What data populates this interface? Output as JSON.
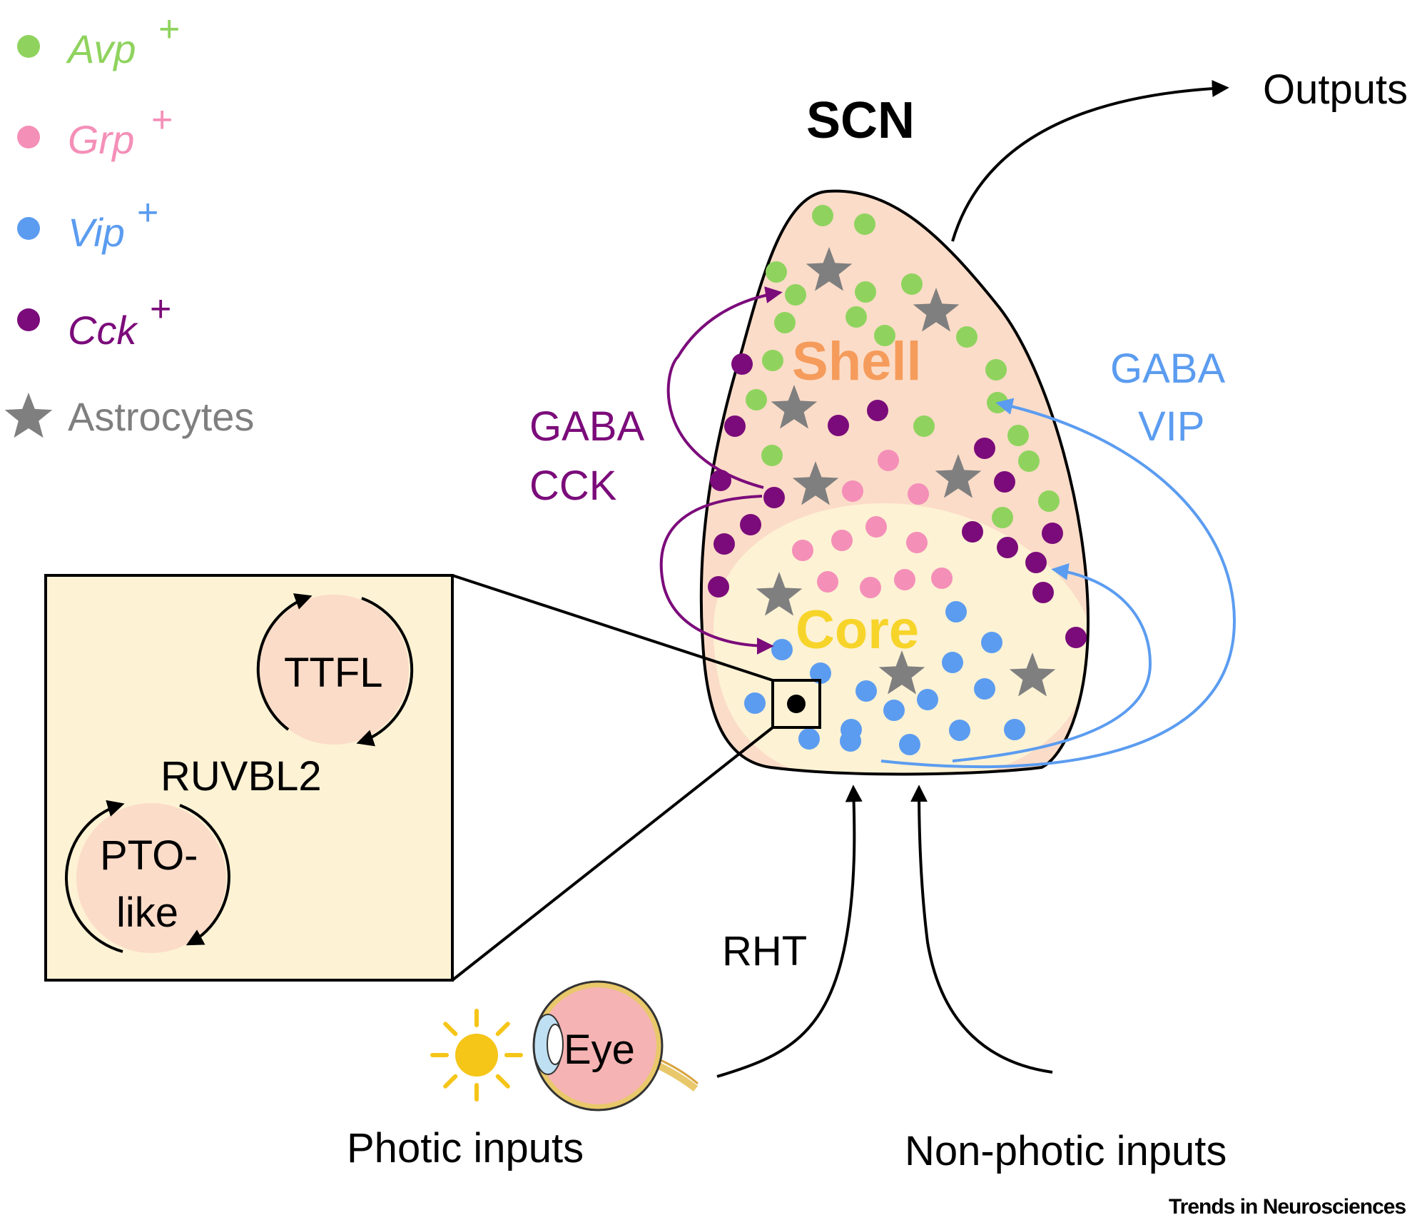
{
  "title": "SCN",
  "legend": [
    {
      "label": "Avp",
      "sup": "+",
      "color": "#8fd35e",
      "marker": "dot"
    },
    {
      "label": "Grp",
      "sup": "+",
      "color": "#f48fb8",
      "marker": "dot"
    },
    {
      "label": "Vip",
      "sup": "+",
      "color": "#5b9cf0",
      "marker": "dot"
    },
    {
      "label": "Cck",
      "sup": "+",
      "color": "#7b0b7a",
      "marker": "dot"
    },
    {
      "label": "Astrocytes",
      "color": "#7f7f7f",
      "marker": "star"
    }
  ],
  "regions": {
    "shell": {
      "label": "Shell",
      "color": "#f59c5c"
    },
    "core": {
      "label": "Core",
      "color": "#f7d42a"
    }
  },
  "signals": {
    "cck_line1": "GABA",
    "cck_line2": "CCK",
    "vip_line1": "GABA",
    "vip_line2": "VIP"
  },
  "outputs": "Outputs",
  "inset": {
    "loop_top": "TTFL",
    "middle": "RUVBL2",
    "loop_bottom_line1": "PTO-",
    "loop_bottom_line2": "like"
  },
  "inputs": {
    "rht": "RHT",
    "eye": "Eye",
    "photic": "Photic inputs",
    "nonphotic": "Non-photic inputs"
  },
  "credit": "Trends in Neurosciences",
  "colors": {
    "avp": "#8fd35e",
    "grp": "#f48fb8",
    "vip": "#5b9cf0",
    "cck": "#7b0b7a",
    "astro": "#7f7f7f",
    "shell_fill": "#fbdcc8",
    "core_fill": "#fdf2d4",
    "inset_fill": "#fdf2d4"
  }
}
